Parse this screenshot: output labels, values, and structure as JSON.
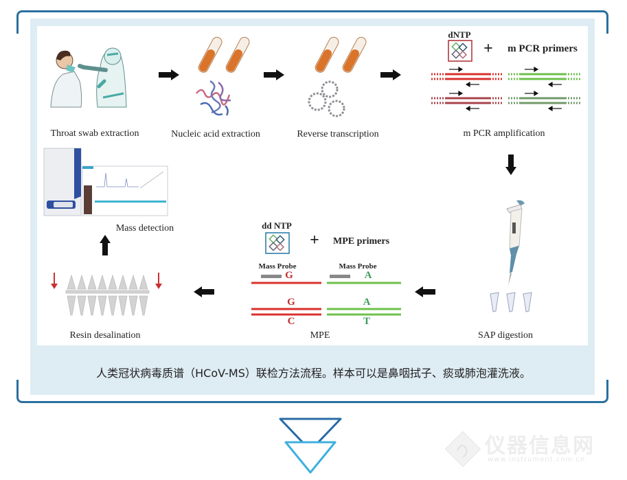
{
  "figure": {
    "steps": [
      {
        "id": "throat-swab",
        "label": "Throat swab extraction"
      },
      {
        "id": "nucleic-acid",
        "label": "Nucleic acid extraction"
      },
      {
        "id": "reverse-transcription",
        "label": "Reverse transcription"
      },
      {
        "id": "mpcr-amplification",
        "label": "m PCR amplification"
      },
      {
        "id": "sap-digestion",
        "label": "SAP digestion"
      },
      {
        "id": "mpe",
        "label": "MPE"
      },
      {
        "id": "resin-desalination",
        "label": "Resin desalination"
      },
      {
        "id": "mass-detection",
        "label": "Mass detection"
      }
    ],
    "mpcr": {
      "reagent_label": "dNTP",
      "plus": "+",
      "primers_label": "m PCR primers"
    },
    "mpe": {
      "reagent_label": "dd NTP",
      "plus": "+",
      "primers_label": "MPE primers",
      "probe_label_left": "Mass Probe",
      "probe_label_right": "Mass Probe",
      "base_probe_left": "G",
      "base_probe_right": "A",
      "base_top_left": "G",
      "base_top_right": "A",
      "base_bottom_left": "C",
      "base_bottom_right": "T"
    },
    "colors": {
      "red_strand": "#d9302c",
      "green_strand": "#6cc04a",
      "dark_red_strand": "#a8434a",
      "dark_green_strand": "#6f9a68",
      "frame_blue": "#2a6f9e",
      "panel_bg": "#deecf3",
      "chevron_dark": "#2a6aa6",
      "chevron_light": "#3fb0e0"
    }
  },
  "caption": "人类冠状病毒质谱（HCoV-MS）联检方法流程。样本可以是鼻咽拭子、痰或肺泡灌洗液。",
  "watermark": {
    "title": "仪器信息网",
    "url": "www.instrument.com.cn"
  }
}
